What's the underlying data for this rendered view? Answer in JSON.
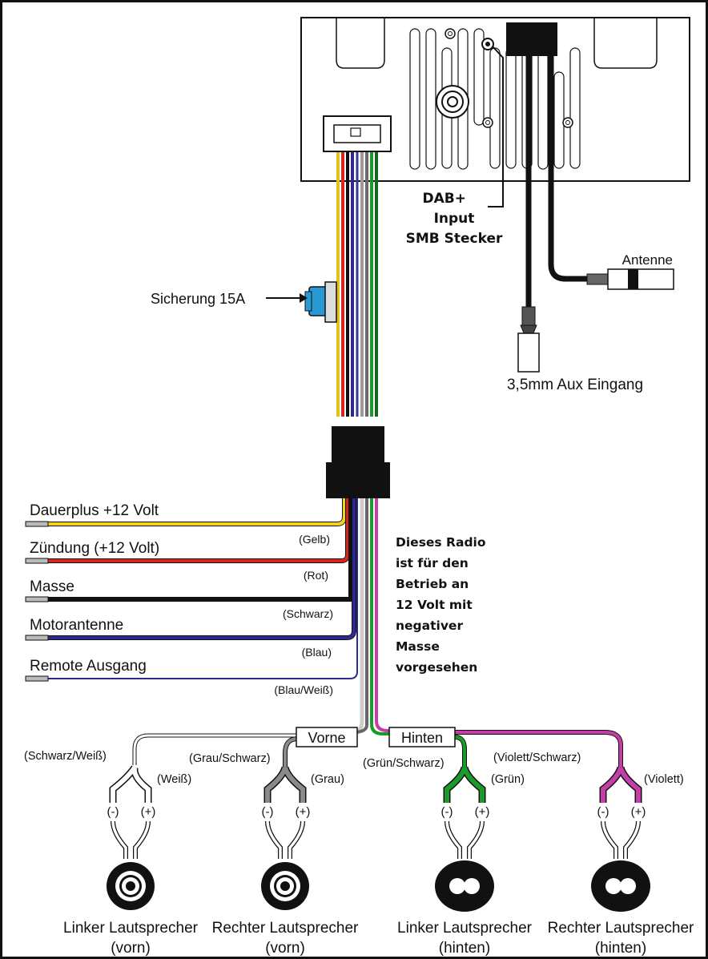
{
  "labels": {
    "dab_line1": "DAB+",
    "dab_line2": "Input",
    "dab_line3": "SMB Stecker",
    "antenna": "Antenne",
    "aux": "3,5mm Aux Eingang",
    "fuse": "Sicherung 15A",
    "note_lines": [
      "Dieses Radio",
      "ist für den",
      "Betrieb an",
      "12 Volt mit",
      "negativer",
      "Masse",
      "vorgesehen"
    ],
    "front_box": "Vorne",
    "rear_box": "Hinten",
    "minus": "(-)",
    "plus": "(+)"
  },
  "wires": [
    {
      "label": "Dauerplus +12 Volt",
      "color_name": "(Gelb)",
      "color": "#f2d21c"
    },
    {
      "label": "Zündung (+12 Volt)",
      "color_name": "(Rot)",
      "color": "#d8261f"
    },
    {
      "label": "Masse",
      "color_name": "(Schwarz)",
      "color": "#111111"
    },
    {
      "label": "Motorantenne",
      "color_name": "(Blau)",
      "color": "#2c2a8c"
    },
    {
      "label": "Remote Ausgang",
      "color_name": "(Blau/Weiß)",
      "color": "#2c2a8c"
    }
  ],
  "speakers": [
    {
      "name": "Linker Lautsprecher",
      "pos": "(vorn)",
      "neg_wire": "(Schwarz/Weiß)",
      "pos_wire": "(Weiß)",
      "color": "#ffffff"
    },
    {
      "name": "Rechter Lautsprecher",
      "pos": "(vorn)",
      "neg_wire": "(Grau/Schwarz)",
      "pos_wire": "(Grau)",
      "color": "#8a8a8a"
    },
    {
      "name": "Linker Lautsprecher",
      "pos": "(hinten)",
      "neg_wire": "(Grün/Schwarz)",
      "pos_wire": "(Grün)",
      "color": "#1a9a2a"
    },
    {
      "name": "Rechter Lautsprecher",
      "pos": "(hinten)",
      "neg_wire": "(Violett/Schwarz)",
      "pos_wire": "(Violett)",
      "color": "#c53ea8"
    }
  ]
}
